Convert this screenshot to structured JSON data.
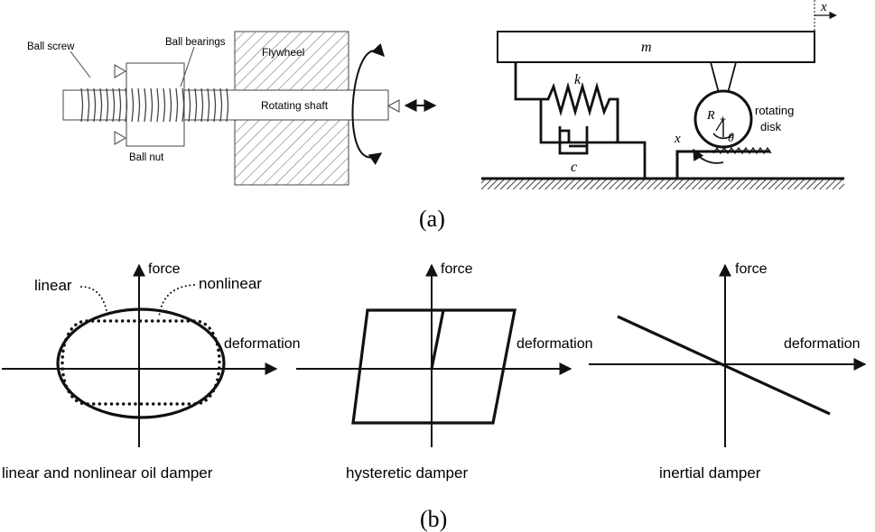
{
  "figure_a": {
    "label": "(a)",
    "ball_screw": "Ball screw",
    "ball_bearings": "Ball bearings",
    "flywheel": "Flywheel",
    "rotating_shaft": "Rotating shaft",
    "ball_nut": "Ball nut",
    "mass": "m",
    "spring": "k",
    "damper": "c",
    "displacement": "x",
    "disk_displacement": "x",
    "radius": "R",
    "angle": "θ",
    "rotating": "rotating",
    "disk": "disk"
  },
  "figure_b": {
    "label": "(b)",
    "panels": [
      {
        "caption": "linear and nonlinear oil damper",
        "y_axis": "force",
        "x_axis": "deformation",
        "legend_linear": "linear",
        "legend_nonlinear": "nonlinear"
      },
      {
        "caption": "hysteretic damper",
        "y_axis": "force",
        "x_axis": "deformation"
      },
      {
        "caption": "inertial damper",
        "y_axis": "force",
        "x_axis": "deformation"
      }
    ]
  }
}
